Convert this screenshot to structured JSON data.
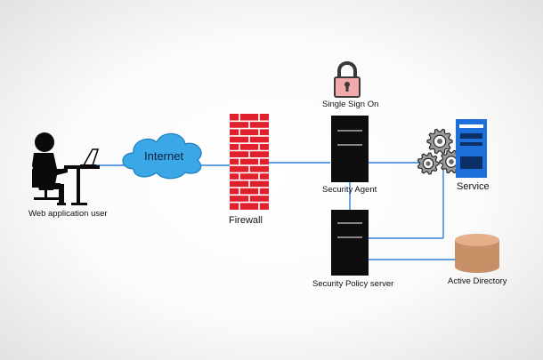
{
  "labels": {
    "user": "Web application user",
    "internet": "Internet",
    "firewall": "Firewall",
    "sso": "Single Sign On",
    "security_agent": "Security Agent",
    "policy_server": "Security Policy server",
    "service": "Service",
    "active_directory": "Active Directory"
  },
  "colors": {
    "line": "#2f7fd8",
    "cloud": "#3aa8e6",
    "firewall": "#e0202c",
    "server": "#0d0d0d",
    "service": "#1e6fd9",
    "lock": "#f1a9a9",
    "database": "#c79066"
  }
}
